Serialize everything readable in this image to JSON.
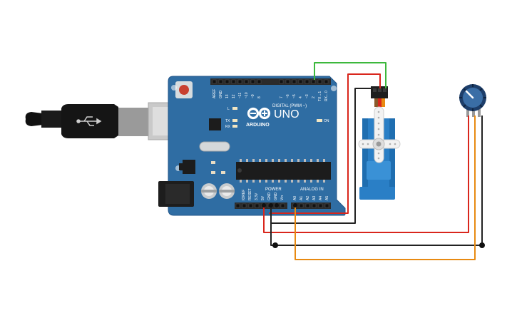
{
  "board": {
    "logo_text": "ARDUINO",
    "model": "UNO",
    "digital_header_label": "DIGITAL (PWM ~)",
    "power_label": "POWER",
    "analog_label": "ANALOG IN",
    "on_led_label": "ON",
    "l_led_label": "L",
    "tx_label": "TX",
    "rx_label": "RX",
    "digital_pins": [
      "AREF",
      "GND",
      "13",
      "12",
      "~11",
      "~10",
      "~9",
      "8",
      "7",
      "~6",
      "~5",
      "4",
      "~3",
      "2",
      "TX→1",
      "RX←0"
    ],
    "power_pins": [
      "IOREF",
      "RESET",
      "3.3V",
      "5V",
      "GND",
      "GND",
      "Vin"
    ],
    "analog_pins": [
      "A0",
      "A1",
      "A2",
      "A3",
      "A4",
      "A5"
    ]
  },
  "components": {
    "usb_cable": "usb-cable",
    "servo": "micro-servo",
    "potentiometer": "rotary-potentiometer"
  },
  "wire_colors": {
    "signal": "#3cb83c",
    "power": "#d9261c",
    "ground": "#222222",
    "analog": "#e88a12"
  }
}
